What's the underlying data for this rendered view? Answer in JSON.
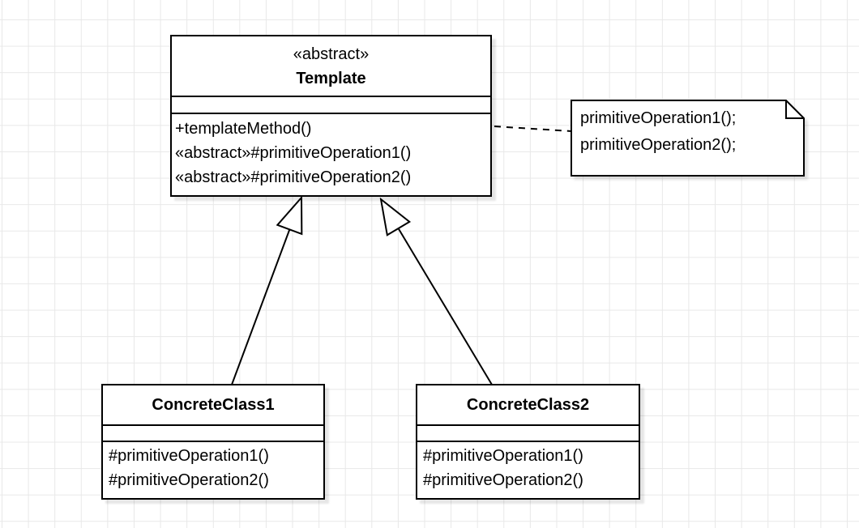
{
  "canvas": {
    "background": "#ffffff",
    "grid_color": "#e8e8e8"
  },
  "colors": {
    "stroke": "#000000",
    "fill": "#ffffff",
    "shadow": "rgba(0,0,0,0.10)"
  },
  "classes": {
    "template": {
      "stereotype": "«abstract»",
      "name": "Template",
      "operations": [
        "+templateMethod()",
        "«abstract»#primitiveOperation1()",
        "«abstract»#primitiveOperation2()"
      ]
    },
    "concrete1": {
      "name": "ConcreteClass1",
      "operations": [
        "#primitiveOperation1()",
        "#primitiveOperation2()"
      ]
    },
    "concrete2": {
      "name": "ConcreteClass2",
      "operations": [
        "#primitiveOperation1()",
        "#primitiveOperation2()"
      ]
    }
  },
  "note": {
    "lines": [
      "primitiveOperation1();",
      "primitiveOperation2();"
    ]
  },
  "relationships": [
    {
      "type": "generalization",
      "from": "ConcreteClass1",
      "to": "Template"
    },
    {
      "type": "generalization",
      "from": "ConcreteClass2",
      "to": "Template"
    },
    {
      "type": "note-link",
      "from": "Template",
      "to": "note"
    }
  ]
}
